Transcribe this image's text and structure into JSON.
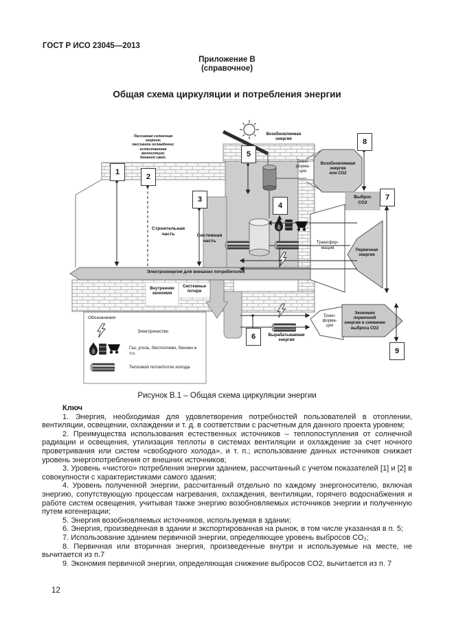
{
  "page": {
    "doc_number": "ГОСТ Р ИСО 23045—2013",
    "appendix": "Приложение В",
    "appendix_type": "(справочное)",
    "title": "Общая схема циркуляции и потребления энергии",
    "page_number": "12"
  },
  "figure": {
    "caption": "Рисунок В.1 – Общая схема циркуляции энергии"
  },
  "diagram": {
    "markers": [
      "1",
      "2",
      "3",
      "4",
      "5",
      "6",
      "7",
      "8",
      "9"
    ],
    "labels": {
      "passive_note": "Пассивная солнечная энергия;\nпассивное охлаждение;\nестественная вентиляция;\nдневной свет.",
      "renewable_energy": "Возобновляемая\nэнергия",
      "transformation_top": "Транс-\nформа-\nция",
      "renewable_or_co2": "Возобновляемая\nэнергия\nили СО2",
      "co2_emission": "Выброс\nСО2",
      "building_part": "Строительная\nчасть",
      "system_part": "Системная\nчасть",
      "electricity_external": "Электроэнергия для внешних потребителей",
      "internal_savings": "Внутренняя\nэкономия",
      "system_losses": "Системные\nпотери",
      "transformation_right": "Трансфор-\nмация",
      "primary_energy": "Первичная\nэнергия",
      "generated_energy": "Вырабатываемая\nэнергия",
      "transformation_bottom": "Транс-\nформа-\nция",
      "primary_savings": "Экономия первичной\nэнергии и снижение\nвыброса СО2"
    },
    "legend": {
      "title": "Обозначения",
      "items": [
        "Электричество",
        "Газ, уголь, биотопливо, бензин и т.п.",
        "Тепловой поток/поток холода"
      ]
    },
    "colors": {
      "duct_gray": "#cdcdcd",
      "brick_mortar": "#b8b8b8",
      "dark_metal": "#8c8c8c"
    }
  },
  "key": {
    "title": "Ключ",
    "items": [
      "1. Энергия, необходимая для удовлетворения потребностей пользователей в отоплении, вентиляции, освещении, охлаждении и т. д. в соответствии с расчетным для данного проекта уровнем;",
      "2. Преимущества использования естественных источников – теплопоступления от солнечной радиации и освещения, утилизация теплоты в системах вентиляции и охлаждение за счет ночного проветривания или систем «свободного холода», и т. п.; использование данных источников снижает уровень энергопотребления от внешних источников;",
      "3. Уровень «чистого» потребления энергии зданием, рассчитанный с учетом показателей [1] и [2] в совокупности с характеристиками самого здания;",
      "4. Уровень полученной энергии, рассчитанный отдельно по каждому энергоносителю, включая энергию, сопутствующую процессам нагревания, охлаждения, вентиляции, горячего водоснабжения и работе систем освещения, учитывая также энергию возобновляемых источников энергии и полученную путем когенерации;",
      "5. Энергия возобновляемых источников, используемая в здании;",
      "6. Энергия, произведенная в здании и экспортированная на рынок, в том числе указанная в п. 5;",
      "7. Использование зданием первичной энергии, определяющее уровень выбросов СО₂;",
      "8. Первичная или вторичная энергия, произведенные внутри и используемые на месте, не вычитается из п.7",
      "9. Экономия первичной энергии, определяющая снижение выбросов СО2, вычитается из п. 7"
    ]
  }
}
